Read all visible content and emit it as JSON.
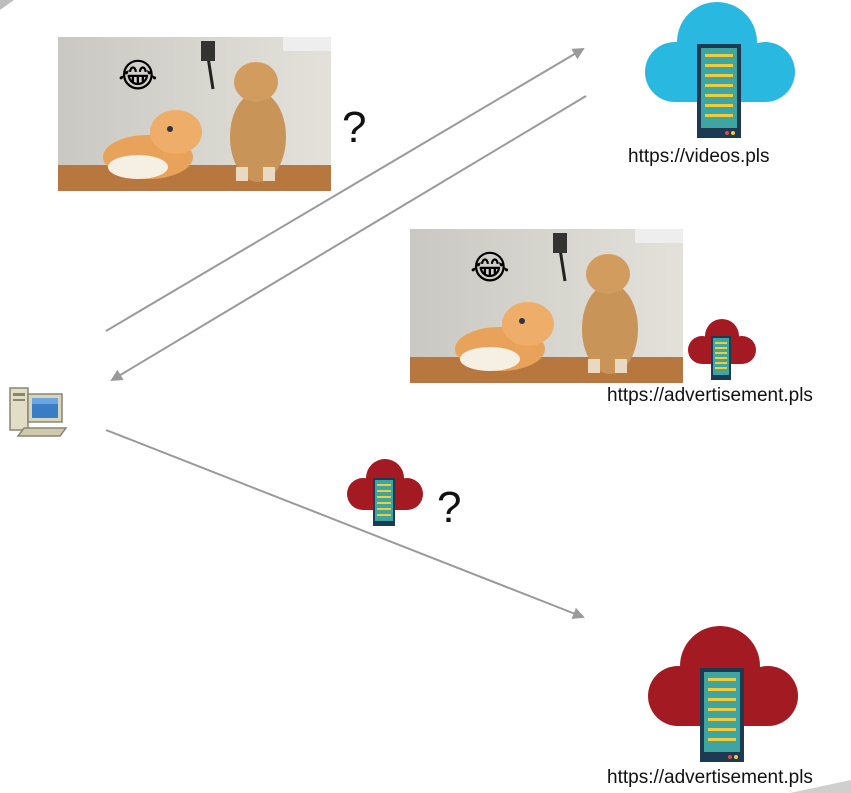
{
  "servers": {
    "video": {
      "label": "https://videos.pls",
      "color": "#29b8e0"
    },
    "ad_inline": {
      "label": "https://advertisement.pls",
      "color": "#a31a22"
    },
    "ad_bottom": {
      "label": "https://advertisement.pls",
      "color": "#a31a22"
    }
  },
  "question_marks": {
    "top": "?",
    "middle": "?"
  },
  "emoji": "😂"
}
